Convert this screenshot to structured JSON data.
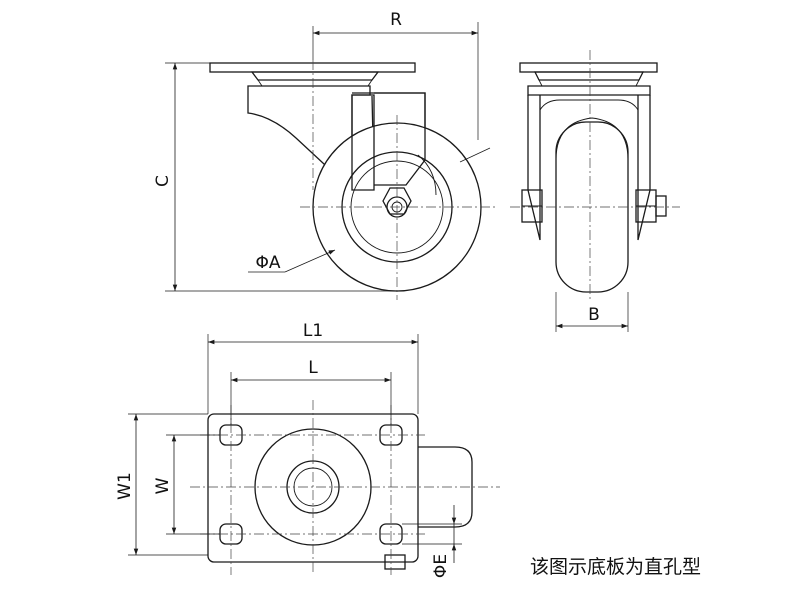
{
  "labels": {
    "r": "R",
    "c": "C",
    "phi_a": "ΦA",
    "b": "B",
    "l1": "L1",
    "l": "L",
    "w1": "W1",
    "w": "W",
    "phi_e": "ΦE"
  },
  "caption": "该图示底板为直孔型"
}
